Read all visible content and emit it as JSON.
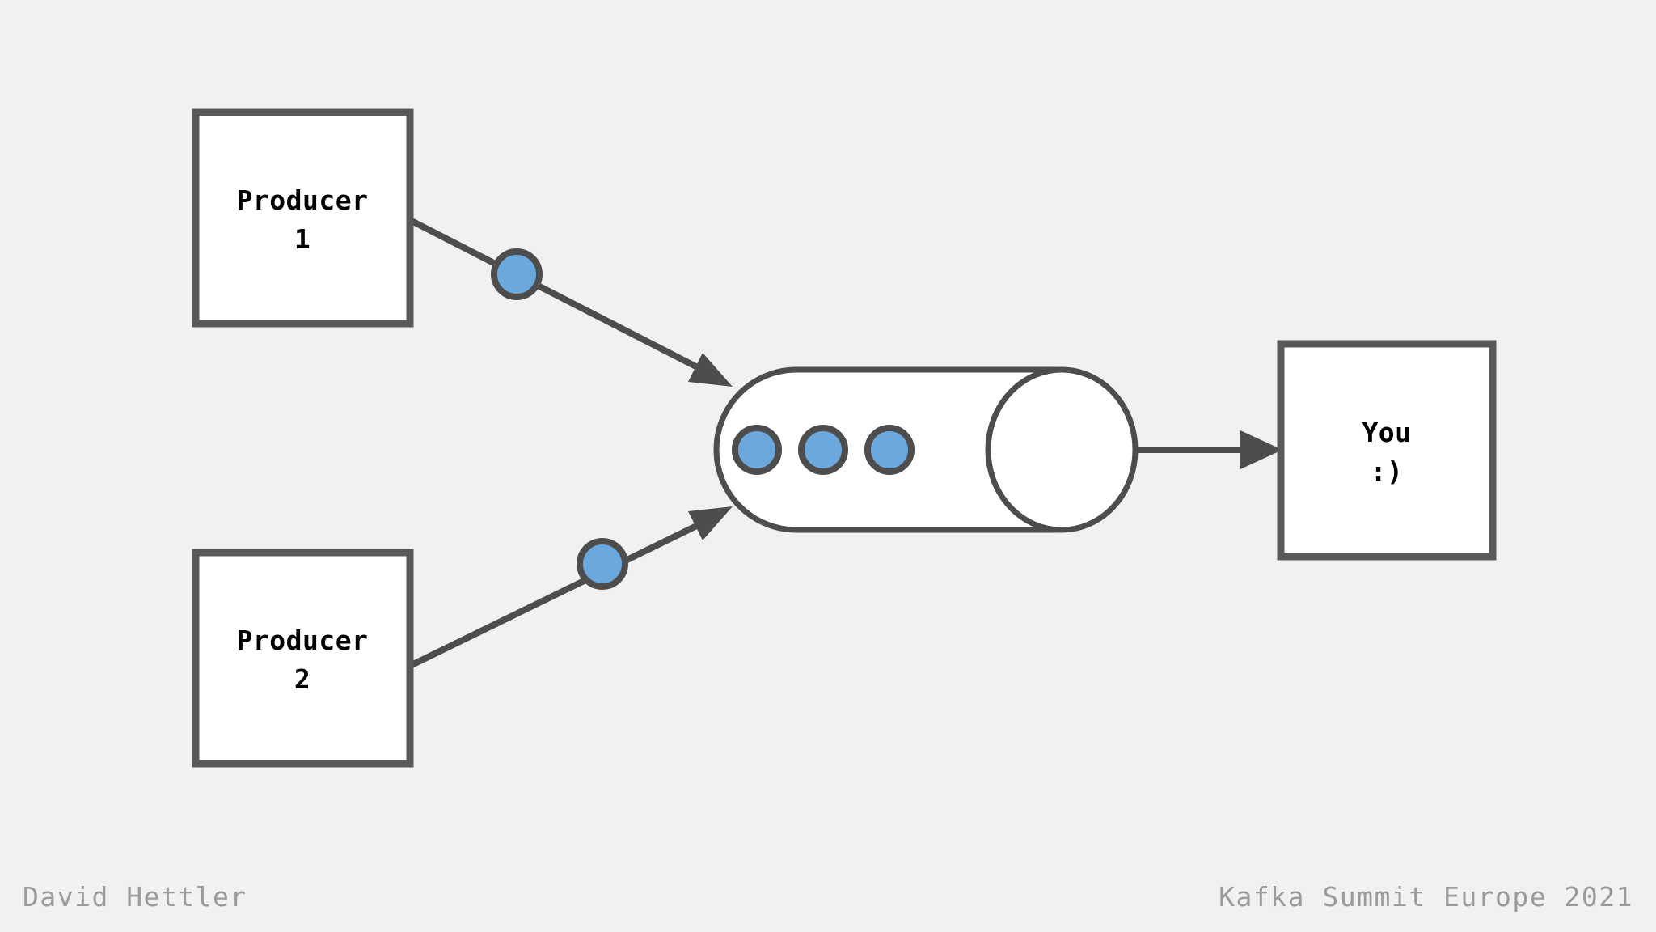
{
  "slide": {
    "background_color": "#f2f1f2",
    "stroke_color": "#4d4d4d",
    "accent_color": "#6ba8de",
    "node_fill": "#ffffff"
  },
  "diagram": {
    "type": "flow",
    "nodes": [
      {
        "id": "producer-1",
        "label_line1": "Producer",
        "label_line2": "1",
        "shape": "rectangle"
      },
      {
        "id": "producer-2",
        "label_line1": "Producer",
        "label_line2": "2",
        "shape": "rectangle"
      },
      {
        "id": "topic",
        "label_line1": "",
        "label_line2": "",
        "shape": "cylinder"
      },
      {
        "id": "consumer",
        "label_line1": "You",
        "label_line2": ":)",
        "shape": "rectangle"
      }
    ],
    "messages_in_queue": 3,
    "in_flight_messages": 2,
    "edges": [
      {
        "from": "producer-1",
        "to": "topic"
      },
      {
        "from": "producer-2",
        "to": "topic"
      },
      {
        "from": "topic",
        "to": "consumer"
      }
    ]
  },
  "footer": {
    "presenter": "David Hettler",
    "event": "Kafka Summit Europe 2021"
  }
}
